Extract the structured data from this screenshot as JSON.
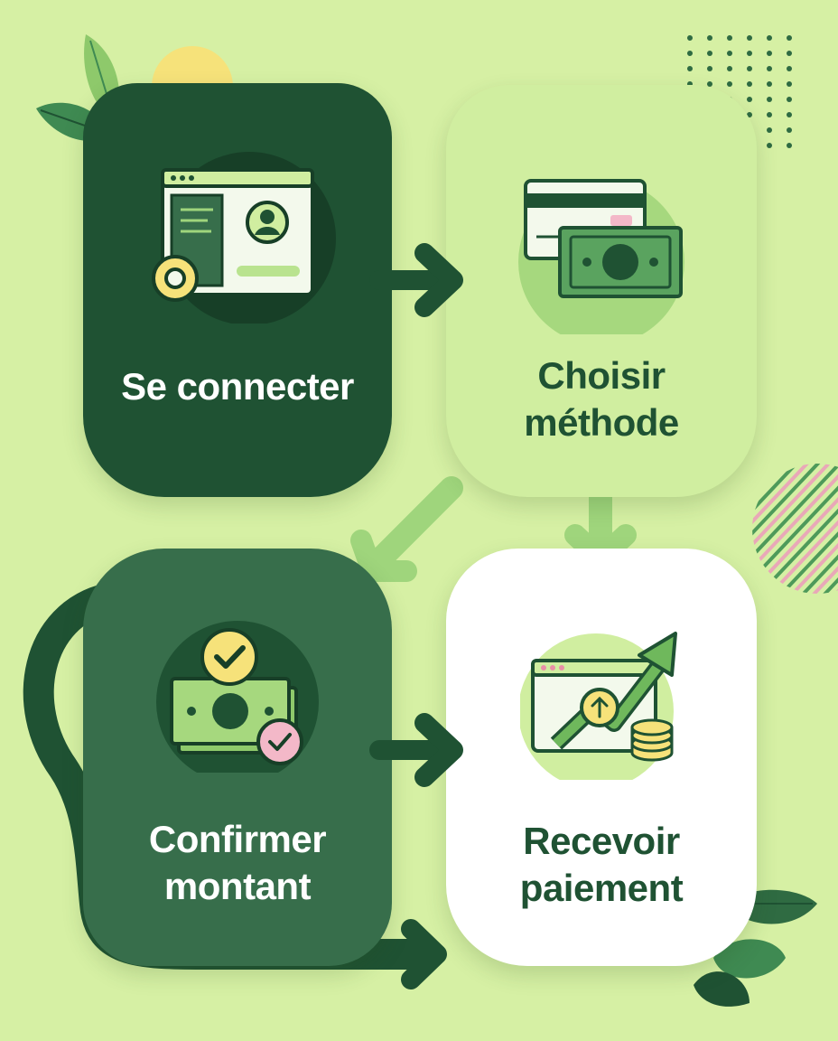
{
  "steps": [
    {
      "id": "login",
      "label_lines": [
        "Se connecter"
      ],
      "icon": "login-window-icon"
    },
    {
      "id": "method",
      "label_lines": [
        "Choisir",
        "méthode"
      ],
      "icon": "card-and-cash-icon"
    },
    {
      "id": "confirm",
      "label_lines": [
        "Confirmer",
        "montant"
      ],
      "icon": "cash-check-icon"
    },
    {
      "id": "receive",
      "label_lines": [
        "Recevoir",
        "paiement"
      ],
      "icon": "growth-chart-coins-icon"
    }
  ],
  "colors": {
    "background": "#d6f0a4",
    "dark_green": "#1f5233",
    "mid_green": "#376e4b",
    "light_green": "#d0eea0",
    "accent_yellow": "#f6e27a",
    "accent_pink": "#f3b8c8",
    "white": "#ffffff"
  }
}
